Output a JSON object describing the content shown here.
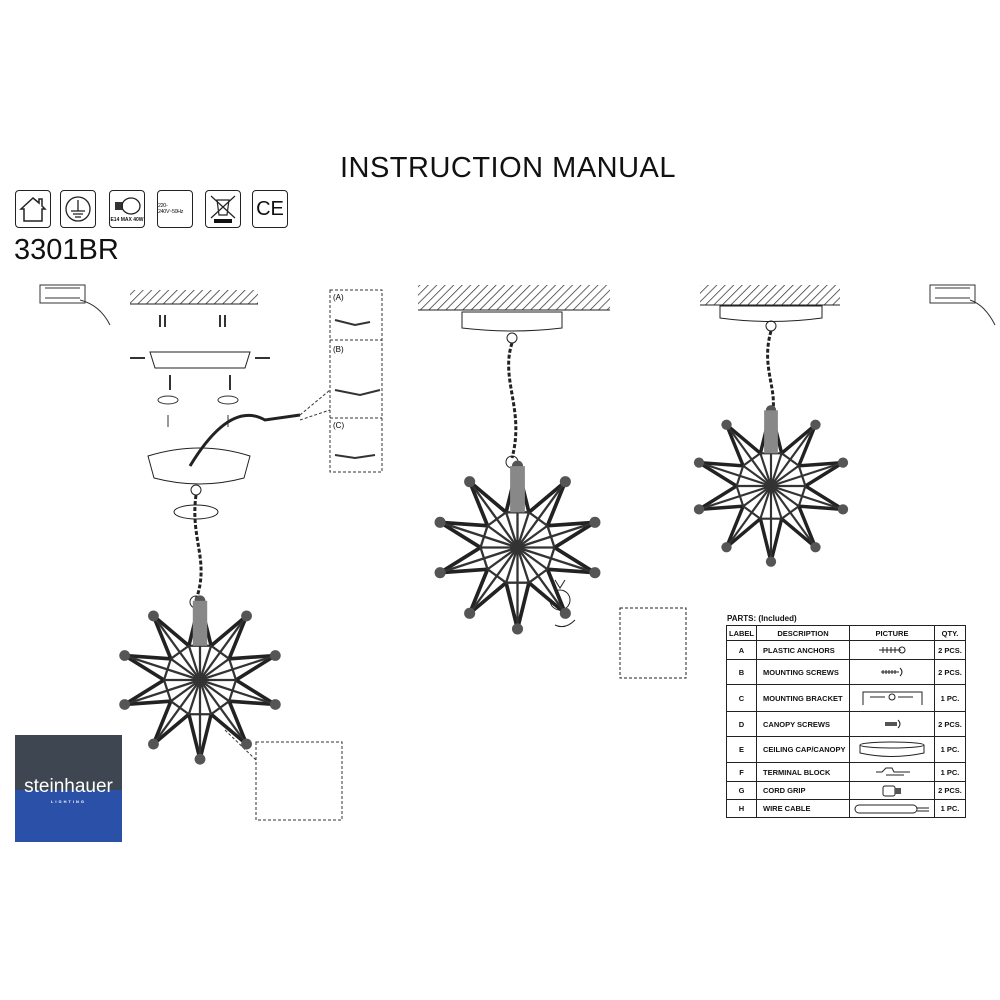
{
  "title": "INSTRUCTION MANUAL",
  "model": "3301BR",
  "icons": [
    {
      "name": "indoor-use-icon"
    },
    {
      "name": "ground-icon"
    },
    {
      "name": "bulb-icon",
      "label": "E14 MAX 40W"
    },
    {
      "name": "voltage-icon",
      "label": "220-240V~50Hz"
    },
    {
      "name": "weee-bin-icon"
    },
    {
      "name": "ce-mark-icon",
      "label": "CE"
    }
  ],
  "wiring_steps": [
    "(A)",
    "(B)",
    "(C)"
  ],
  "parts": {
    "caption": "PARTS: (Included)",
    "headers": [
      "LABEL",
      "DESCRIPTION",
      "PICTURE",
      "QTY."
    ],
    "rows": [
      {
        "label": "A",
        "description": "PLASTIC ANCHORS",
        "picture": "anchor-icon",
        "qty": "2 PCS."
      },
      {
        "label": "B",
        "description": "MOUNTING SCREWS",
        "picture": "screw-icon",
        "qty": "2 PCS."
      },
      {
        "label": "C",
        "description": "MOUNTING BRACKET",
        "picture": "bracket-icon",
        "qty": "1 PC."
      },
      {
        "label": "D",
        "description": "CANOPY SCREWS",
        "picture": "canopy-screw-icon",
        "qty": "2 PCS."
      },
      {
        "label": "E",
        "description": "CEILING CAP/CANOPY",
        "picture": "canopy-icon",
        "qty": "1 PC."
      },
      {
        "label": "F",
        "description": "TERMINAL BLOCK",
        "picture": "terminal-block-icon",
        "qty": "1 PC."
      },
      {
        "label": "G",
        "description": "CORD GRIP",
        "picture": "cord-grip-icon",
        "qty": "2 PCS."
      },
      {
        "label": "H",
        "description": "WIRE CABLE",
        "picture": "wire-cable-icon",
        "qty": "1 PC."
      }
    ]
  },
  "logo": {
    "name": "steinhauer",
    "sub": "LIGHTING",
    "colors": {
      "top": "#3d4651",
      "bottom": "#2a50a8"
    }
  }
}
